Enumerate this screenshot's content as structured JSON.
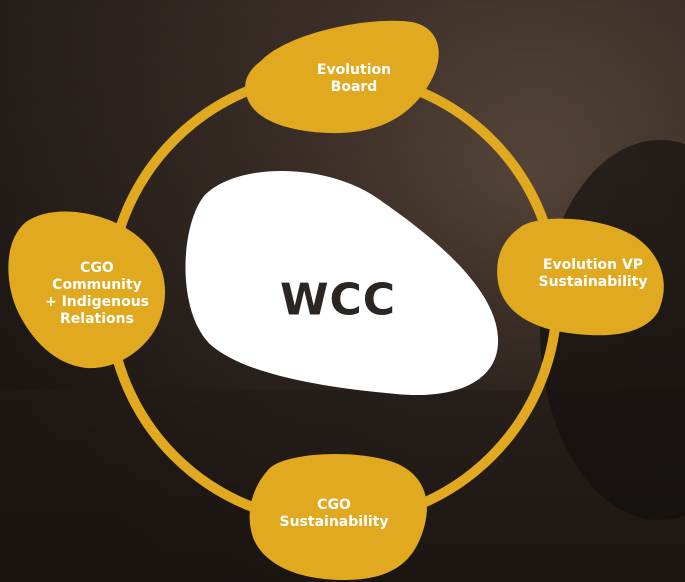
{
  "center": {
    "label": "WCC"
  },
  "nodes": [
    {
      "id": "top",
      "lines": [
        "Evolution",
        "Board"
      ]
    },
    {
      "id": "right",
      "lines": [
        "Evolution VP",
        "Sustainability"
      ]
    },
    {
      "id": "bottom",
      "lines": [
        "CGO",
        "Sustainability"
      ]
    },
    {
      "id": "left",
      "lines": [
        "CGO",
        "Community",
        "+ Indigenous",
        "Relations"
      ]
    }
  ],
  "colors": {
    "ring": "#E0A91F",
    "blob": "#E0A91F",
    "center_blob": "#FFFFFF",
    "center_text": "#2B2622",
    "node_text": "#FFFFFF"
  }
}
